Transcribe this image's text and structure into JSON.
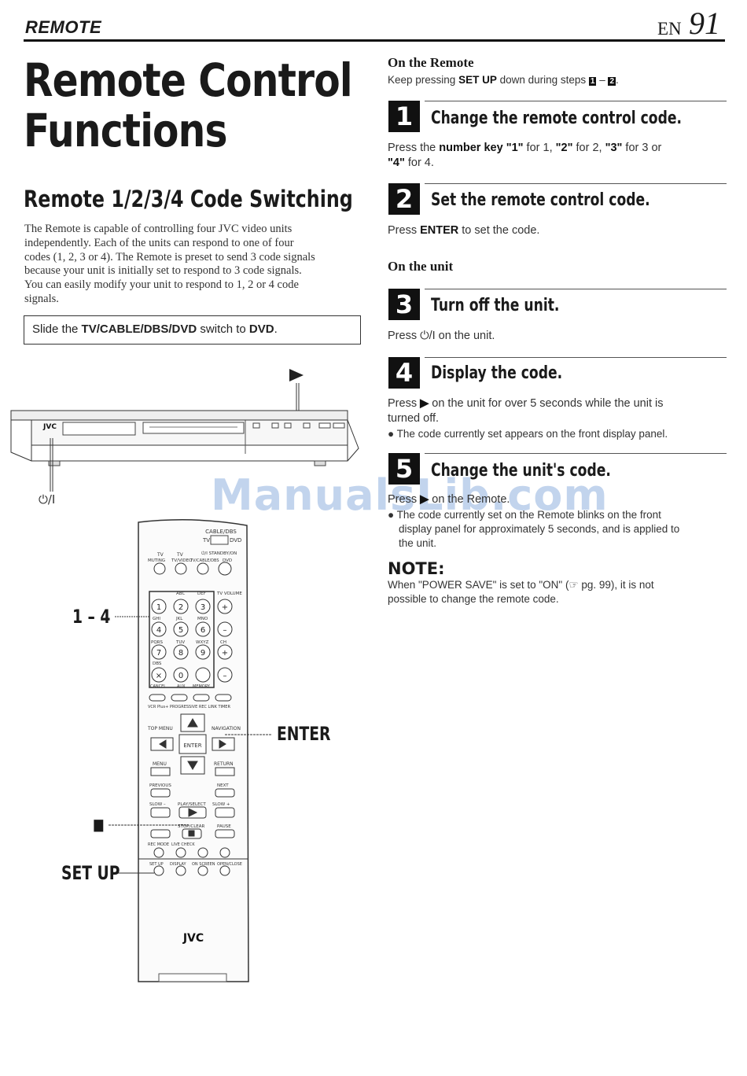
{
  "header": {
    "section": "REMOTE",
    "lang": "EN",
    "page": "91"
  },
  "title": {
    "line1": "Remote Control",
    "line2": "Functions"
  },
  "subtitle": "Remote 1/2/3/4 Code Switching",
  "intro": [
    "The Remote is capable of controlling four JVC video units",
    "independently. Each of the units can respond to one of four",
    "codes (1, 2, 3 or 4). The Remote is preset to send 3 code signals",
    "because your unit is initially set to respond to 3 code signals.",
    "You can easily modify your unit to respond to 1, 2 or 4 code",
    "signals."
  ],
  "slide_box": {
    "pre": "Slide the ",
    "switch": "TV/CABLE/DBS/DVD",
    "mid": " switch to ",
    "target": "DVD",
    "post": "."
  },
  "on_remote": {
    "heading": "On the Remote",
    "text_pre": "Keep pressing ",
    "text_key": "SET UP",
    "text_post": " down during steps ",
    "step_a": "1",
    "dash": " – ",
    "step_b": "2",
    "end": "."
  },
  "on_unit": {
    "heading": "On the unit"
  },
  "steps": [
    {
      "num": "1",
      "title": "Change the remote control code.",
      "lines": [
        {
          "pre": "Press the ",
          "key": "number key \"1\"",
          "post": " for 1, ",
          "k2": "\"2\"",
          "p2": " for 2, ",
          "k3": "\"3\"",
          "p3": " for 3 or"
        },
        {
          "key": "\"4\"",
          "post": " for 4."
        }
      ]
    },
    {
      "num": "2",
      "title": "Set the remote control code.",
      "lines": [
        {
          "pre": "Press ",
          "key": "ENTER",
          "post": " to set the code."
        }
      ]
    },
    {
      "num": "3",
      "title": "Turn off the unit.",
      "lines": [
        {
          "pre": "Press ",
          "key": "⏻/I",
          "post": " on the unit."
        }
      ]
    },
    {
      "num": "4",
      "title": "Display the code.",
      "lines": [
        {
          "pre": "Press ",
          "key": "▶",
          "post": " on the unit for over 5 seconds while the unit is"
        },
        {
          "post": "turned off."
        }
      ],
      "bullets": [
        "The code currently set appears on the front display panel."
      ]
    },
    {
      "num": "5",
      "title": "Change the unit's code.",
      "lines": [
        {
          "pre": "Press ",
          "key": "▶",
          "post": " on the Remote."
        }
      ],
      "bullets": [
        "The code currently set on the Remote blinks on the front",
        "display panel for approximately 5 seconds, and is applied to",
        "the unit."
      ]
    }
  ],
  "note": {
    "heading": "NOTE:",
    "lines": [
      "When \"POWER SAVE\" is set to \"ON\" (☞ pg. 99), it is not",
      "possible to change the remote code."
    ]
  },
  "figure": {
    "play_marker": "▶",
    "power_label": "⏻/I",
    "brand": "JVC",
    "label_keys": "1 – 4",
    "label_enter": "ENTER",
    "label_stop": "■",
    "label_setup": "SET UP",
    "remote_texts": {
      "cable_dbs": "CABLE/DBS",
      "tv": "TV",
      "dvd": "DVD",
      "muting": "MUTING",
      "tv_video": "TV/VIDEO",
      "tv_cable_dbs": "TV/CABLE/DBS",
      "standby": "⏻/I STANDBY/ON",
      "volume": "TV VOLUME",
      "ch": "CH",
      "abc": "ABC",
      "def": "DEF",
      "ghi": "GHI",
      "jkl": "JKL",
      "mno": "MNO",
      "pqrs": "PQRS",
      "tuv": "TUV",
      "wxyz": "WXYZ",
      "dbs": "DBS",
      "cancel": "CANCEL",
      "aux": "AUX",
      "memory": "MEMORY",
      "row_labels": "VCR Plus+  PROGRESSIVE  REC LINK  TIMER",
      "top_menu": "TOP MENU",
      "navigation": "NAVIGATION",
      "enter": "ENTER",
      "menu": "MENU",
      "return": "RETURN",
      "previous": "PREVIOUS",
      "next": "NEXT",
      "slow_minus": "SLOW –",
      "play_select": "PLAY/SELECT",
      "slow_plus": "SLOW +",
      "stop_clear": "STOP/CLEAR",
      "pause": "PAUSE",
      "rec_mode": "REC MODE",
      "live_check": "LIVE CHECK",
      "set_up": "SET UP",
      "display": "DISPLAY",
      "on_screen": "ON SCREEN",
      "open_close": "OPEN/CLOSE",
      "keys": [
        "1",
        "2",
        "3",
        "4",
        "5",
        "6",
        "7",
        "8",
        "9",
        "0"
      ]
    }
  },
  "watermark": "ManualsLib.com"
}
